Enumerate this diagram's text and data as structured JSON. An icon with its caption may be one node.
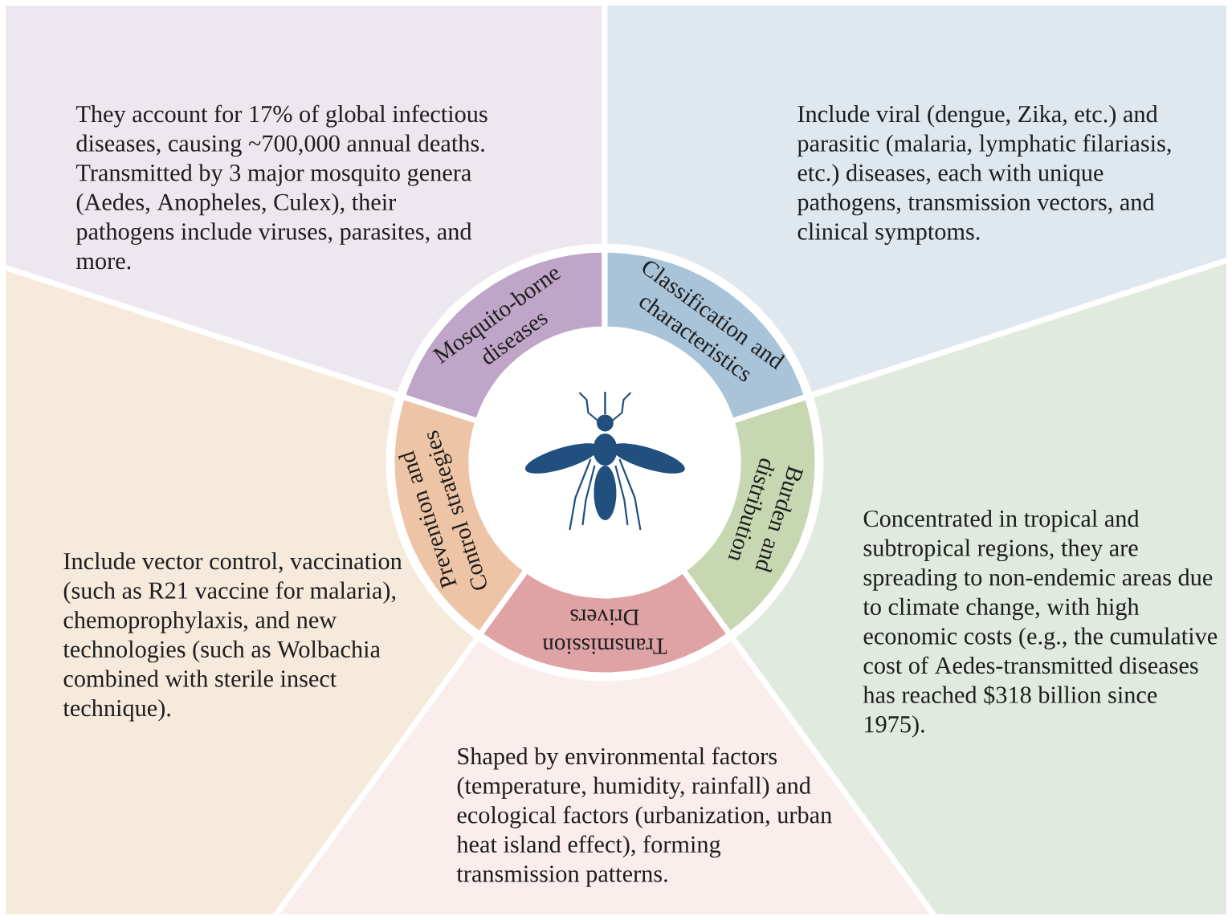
{
  "diagram": {
    "nodes": [
      {
        "text": [
          "They account for 17% of global infectious diseases, causing ~700,000 annual deaths. Transmitted by 3 major mosquito genera (Aedes, Anopheles, Culex), their pathogens include viruses, parasites, and more."
        ]
      },
      {
        "text": [
          "Include viral (dengue, Zika, etc.) and parasitic (malaria, lymphatic filariasis, etc.) diseases, each with unique pathogens, transmission vectors, and clinical symptoms."
        ]
      },
      {
        "text": [
          "Concentrated in tropical and subtropical regions, they are spreading to non-endemic areas due to climate change, with high economic costs (e.g., the cumulative cost of Aedes-transmitted diseases has reached $318 billion since 1975)."
        ]
      },
      {
        "text": [
          "Shaped by environmental factors (temperature, humidity, rainfall) and ecological factors (urbanization, urban heat island effect), forming transmission patterns."
        ]
      },
      {
        "text": [
          "Include vector control, vaccination (such as R21 vaccine for malaria), chemoprophylaxis, and new technologies (such as Wolbachia combined with sterile insect technique)."
        ]
      },
      {
        "text": [
          "Mosquito-borne diseases"
        ]
      },
      {
        "text": [
          "Classification and characteristics"
        ]
      },
      {
        "text": [
          "Burden and distribution"
        ]
      },
      {
        "text": [
          "Transmission Drivers"
        ]
      },
      {
        "text": [
          "Prevention and Control strategies"
        ]
      }
    ]
  }
}
